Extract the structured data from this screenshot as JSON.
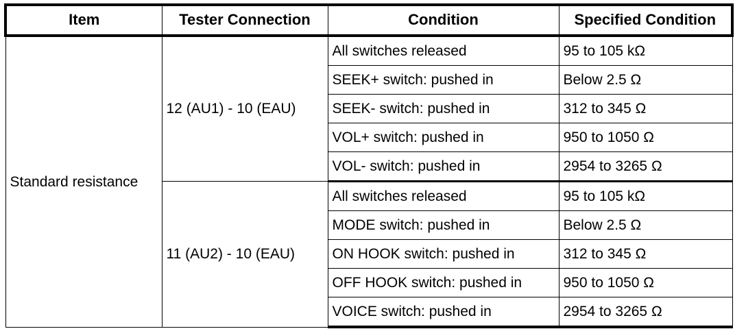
{
  "document": {
    "type": "specification-table",
    "background_color": "#ffffff",
    "text_color": "#000000"
  },
  "table": {
    "headers": [
      "Item",
      "Tester Connection",
      "Condition",
      "Specified Condition"
    ],
    "item_label": "Standard resistance",
    "groups": [
      {
        "tester_connection": "12 (AU1) - 10 (EAU)",
        "rows": [
          {
            "condition": "All switches released",
            "specified": "95 to 105 kΩ"
          },
          {
            "condition": "SEEK+ switch: pushed in",
            "specified": "Below 2.5 Ω"
          },
          {
            "condition": "SEEK- switch: pushed in",
            "specified": "312 to 345 Ω"
          },
          {
            "condition": "VOL+ switch: pushed in",
            "specified": "950 to 1050 Ω"
          },
          {
            "condition": "VOL- switch: pushed in",
            "specified": "2954 to 3265 Ω"
          }
        ]
      },
      {
        "tester_connection": "11 (AU2) - 10 (EAU)",
        "rows": [
          {
            "condition": "All switches released",
            "specified": "95 to 105 kΩ"
          },
          {
            "condition": "MODE switch: pushed in",
            "specified": "Below 2.5 Ω"
          },
          {
            "condition": "ON HOOK switch: pushed in",
            "specified": "312 to 345 Ω"
          },
          {
            "condition": "OFF HOOK switch: pushed in",
            "specified": "950 to 1050 Ω"
          },
          {
            "condition": "VOICE switch: pushed in",
            "specified": "2954 to 3265 Ω"
          }
        ]
      }
    ]
  }
}
